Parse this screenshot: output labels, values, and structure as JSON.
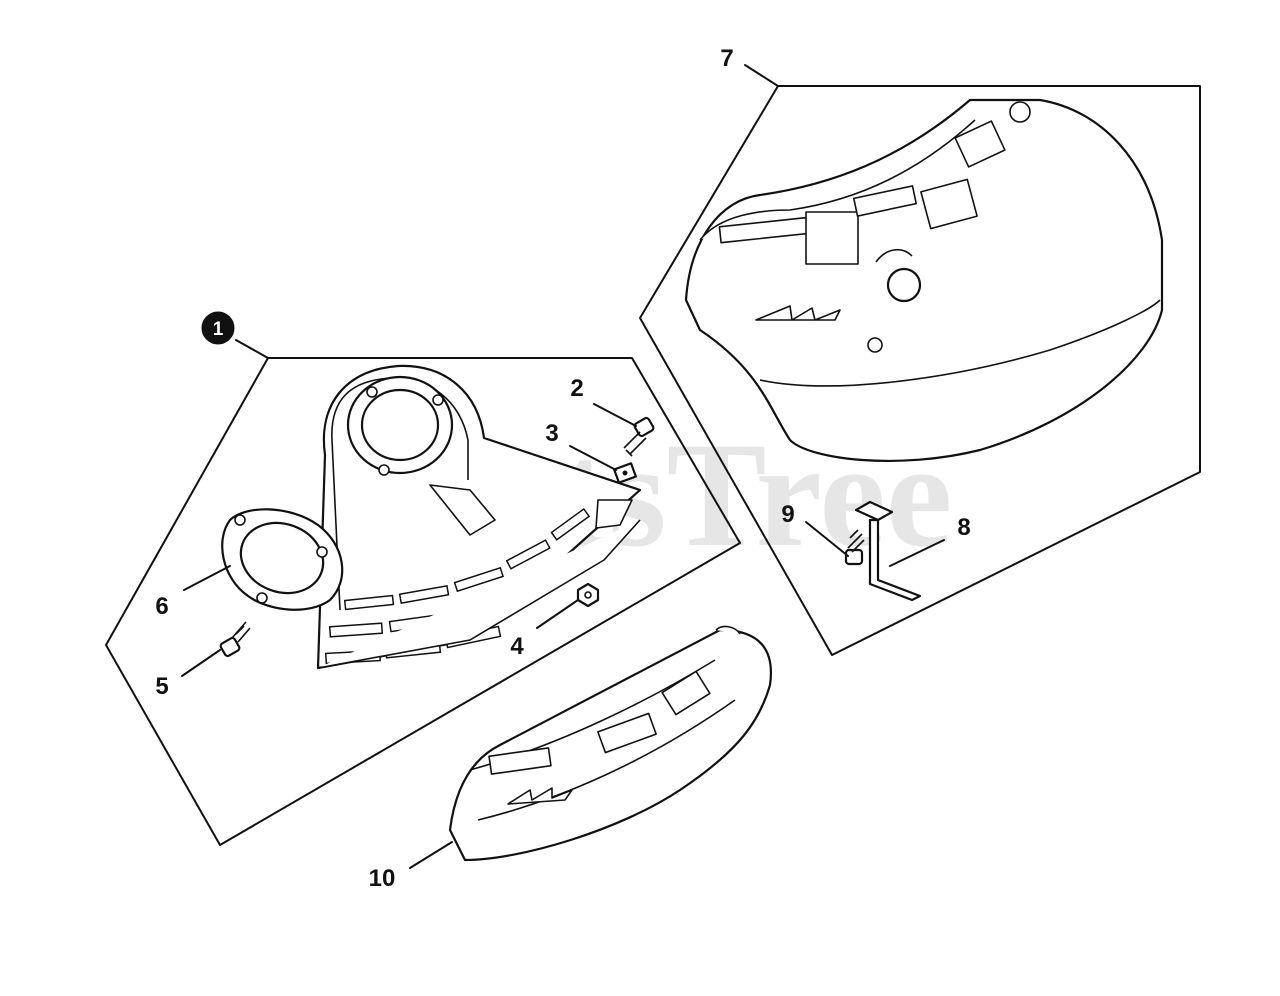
{
  "watermark": {
    "text": "PartsTree",
    "trademark": "™"
  },
  "callouts": [
    {
      "id": "1",
      "label": "1",
      "style": "filled-circle"
    },
    {
      "id": "2",
      "label": "2"
    },
    {
      "id": "3",
      "label": "3"
    },
    {
      "id": "4",
      "label": "4"
    },
    {
      "id": "5",
      "label": "5"
    },
    {
      "id": "6",
      "label": "6"
    },
    {
      "id": "7",
      "label": "7"
    },
    {
      "id": "8",
      "label": "8"
    },
    {
      "id": "9",
      "label": "9"
    },
    {
      "id": "10",
      "label": "10"
    }
  ],
  "colors": {
    "line": "#111111",
    "background": "#ffffff",
    "watermark": "#c8c8c8"
  }
}
